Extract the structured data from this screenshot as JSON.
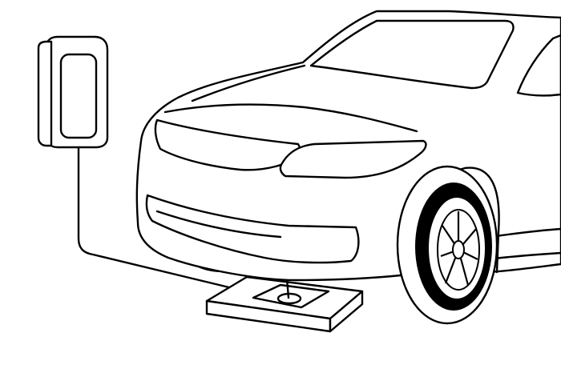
{
  "illustration": {
    "subject": "wireless-ev-charging",
    "colors": {
      "line": "#000000",
      "background": "#ffffff",
      "tire": "#000000"
    },
    "parts": [
      "wall-charger",
      "charging-cable",
      "ground-charging-pad",
      "car"
    ]
  }
}
